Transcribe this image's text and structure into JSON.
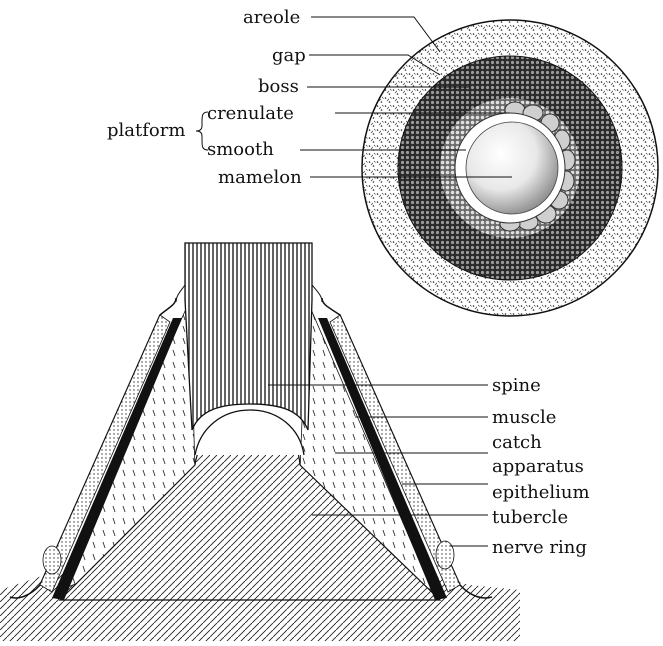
{
  "top_view": {
    "labels": {
      "areole": "areole",
      "gap": "gap",
      "boss": "boss",
      "platform": "platform",
      "crenulate": "crenulate",
      "smooth": "smooth",
      "mamelon": "mamelon"
    }
  },
  "section_view": {
    "labels": {
      "spine": "spine",
      "muscle": "muscle",
      "catch_line1": "catch",
      "catch_line2": "apparatus",
      "epithelium": "epithelium",
      "tubercle": "tubercle",
      "nerve_ring": "nerve ring"
    }
  }
}
